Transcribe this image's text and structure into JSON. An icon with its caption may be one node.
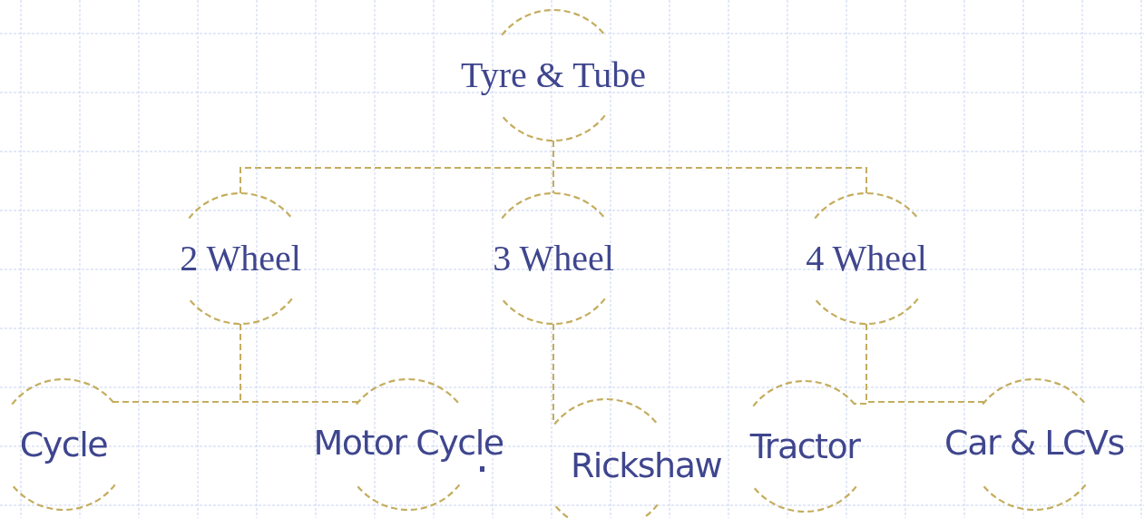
{
  "diagram": {
    "nodes": [
      {
        "text": [
          "Tyre & Tube"
        ]
      },
      {
        "text": [
          "2 Wheel"
        ]
      },
      {
        "text": [
          "3 Wheel"
        ]
      },
      {
        "text": [
          "4 Wheel"
        ]
      },
      {
        "text": [
          "Cycle"
        ]
      },
      {
        "text": [
          "Motor Cycle"
        ]
      },
      {
        "text": [
          "Rickshaw"
        ]
      },
      {
        "text": [
          "Tractor"
        ]
      },
      {
        "text": [
          "Car & LCVs"
        ]
      }
    ],
    "edges": [
      {
        "from": 0,
        "to": 1,
        "arrow": "none",
        "style": "dashed"
      },
      {
        "from": 0,
        "to": 2,
        "arrow": "none",
        "style": "dashed"
      },
      {
        "from": 0,
        "to": 3,
        "arrow": "none",
        "style": "dashed"
      },
      {
        "from": 1,
        "to": 4,
        "arrow": "none",
        "style": "dashed"
      },
      {
        "from": 1,
        "to": 5,
        "arrow": "none",
        "style": "dashed"
      },
      {
        "from": 2,
        "to": 6,
        "arrow": "none",
        "style": "dashed"
      },
      {
        "from": 3,
        "to": 7,
        "arrow": "none",
        "style": "dashed"
      },
      {
        "from": 3,
        "to": 8,
        "arrow": "none",
        "style": "dashed"
      }
    ]
  }
}
